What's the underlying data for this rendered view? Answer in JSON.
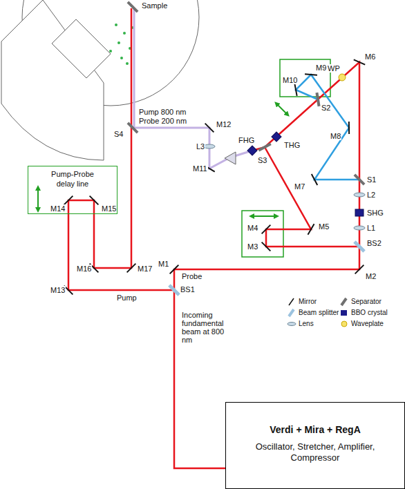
{
  "diagram": {
    "nodes": [
      {
        "text": [
          "Pump-Probe delay line"
        ]
      },
      {
        "text": [
          "Verdi + Mira + RegA",
          "Oscillator, Stretcher, Amplifier, Compressor"
        ]
      }
    ],
    "labels": [
      "Sample",
      "Pump 800 nm",
      "Probe 200 nm",
      "S4",
      "M12",
      "L3",
      "M11",
      "FHG",
      "THG",
      "S3",
      "M9",
      "M10",
      "WP",
      "M6",
      "S2",
      "M8",
      "M7",
      "S1",
      "L2",
      "SHG",
      "L1",
      "BS2",
      "M4",
      "M3",
      "M5",
      "M2",
      "M1",
      "Probe",
      "M14",
      "M15",
      "M16",
      "M17",
      "M13",
      "Pump",
      "BS1",
      "Incoming fundamental beam at 800 nm"
    ],
    "legend": [
      {
        "text": "Mirror"
      },
      {
        "text": "Separator"
      },
      {
        "text": "Beam splitter"
      },
      {
        "text": "BBO crystal"
      },
      {
        "text": "Lens"
      },
      {
        "text": "Waveplate"
      }
    ]
  }
}
